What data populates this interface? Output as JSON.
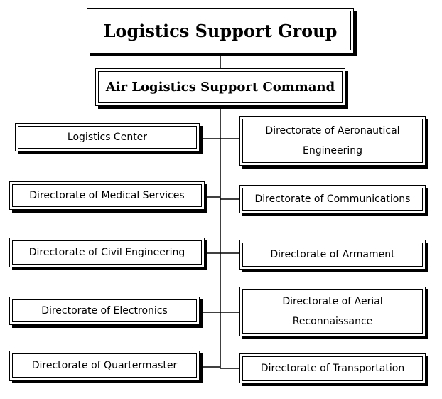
{
  "top": {
    "label": "Logistics Support Group"
  },
  "command": {
    "label": "Air Logistics Support Command"
  },
  "left_units": [
    {
      "label": "Logistics Center"
    },
    {
      "label": "Directorate of Medical Services"
    },
    {
      "label": "Directorate of Civil Engineering"
    },
    {
      "label": "Directorate of Electronics"
    },
    {
      "label": "Directorate of Quartermaster"
    }
  ],
  "right_units": [
    {
      "label": "Directorate of Aeronautical Engineering"
    },
    {
      "label": "Directorate of Communications"
    },
    {
      "label": "Directorate of Armament"
    },
    {
      "label": "Directorate of Aerial Reconnaissance"
    },
    {
      "label": "Directorate of Transportation"
    }
  ],
  "colors": {
    "line": "#000000",
    "background": "#ffffff"
  }
}
